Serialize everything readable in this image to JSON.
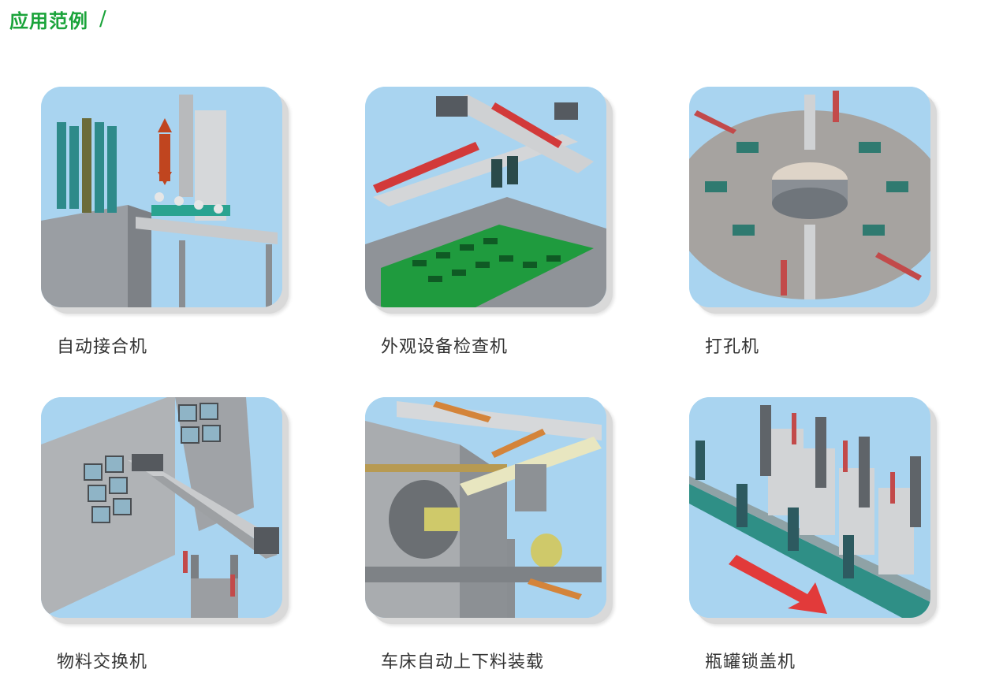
{
  "header": {
    "title": "应用范例",
    "slash": "/"
  },
  "items": [
    {
      "label": "自动接合机",
      "icon": "bonding-machine-illustration"
    },
    {
      "label": "外观设备检查机",
      "icon": "visual-inspection-machine-illustration"
    },
    {
      "label": "打孔机",
      "icon": "punching-machine-illustration"
    },
    {
      "label": "物料交换机",
      "icon": "material-exchange-machine-illustration"
    },
    {
      "label": "车床自动上下料装载",
      "icon": "lathe-loading-illustration"
    },
    {
      "label": "瓶罐锁盖机",
      "icon": "bottle-capping-machine-illustration"
    }
  ]
}
